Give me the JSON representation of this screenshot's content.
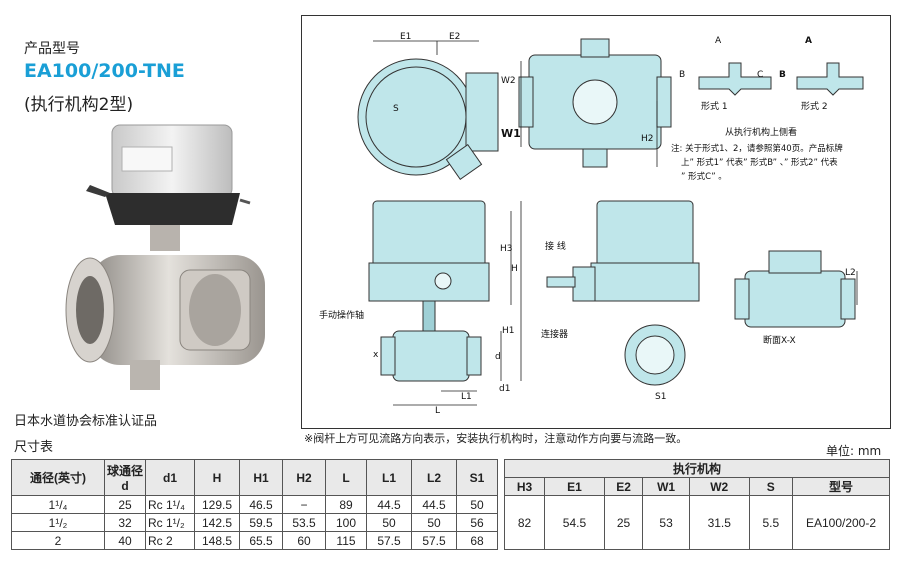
{
  "header": {
    "caption": "产品型号",
    "model": "EA100/200-TNE",
    "subtitle": "(执行机构2型)"
  },
  "certification": "日本水道协会标准认证品",
  "dimensions_title": "尺寸表",
  "note": "※阀杆上方可见流路方向表示，安装执行机构时，注意动作方向要与流路一致。",
  "unit": "单位: mm",
  "drawing": {
    "dim_e1": "E1",
    "dim_e2": "E2",
    "dim_w2": "W2",
    "dim_w1": "W1",
    "dim_h2": "H2",
    "dim_h3": "H3",
    "dim_h": "H",
    "dim_h1": "H1",
    "dim_d": "d",
    "dim_d1": "d1",
    "dim_l1": "L1",
    "dim_l": "L",
    "dim_s": "S",
    "dim_s1": "S1",
    "dim_l2": "L2",
    "x_mark": "x",
    "manual_shaft": "手动操作轴",
    "wire": "接 线",
    "connector": "连接器",
    "section": "断面X-X",
    "port_a": "A",
    "port_b": "B",
    "port_c": "C",
    "form1": "形式 1",
    "form2": "形式 2",
    "view_from": "从执行机构上侧看",
    "form_note_1": "注: 关于形式1、2，请参照第40页。产品标牌",
    "form_note_2": "上” 形式1” 代表” 形式B” 、” 形式2” 代表",
    "form_note_3": "” 形式C” 。"
  },
  "table": {
    "headers": {
      "bore": "通径(英寸)",
      "ball_bore": "球通径",
      "ball_bore_d": "d",
      "d1": "d1",
      "h": "H",
      "h1": "H1",
      "h2": "H2",
      "l": "L",
      "l1": "L1",
      "l2": "L2",
      "s1": "S1",
      "actuator": "执行机构",
      "h3": "H3",
      "e1": "E1",
      "e2": "E2",
      "w1": "W1",
      "w2": "W2",
      "s": "S",
      "model": "型号"
    },
    "rows": [
      {
        "bore": "1¹/₄",
        "d": "25",
        "d1": "Rc 1¹/₄",
        "h": "129.5",
        "h1": "46.5",
        "h2": "−",
        "l": "89",
        "l1": "44.5",
        "l2": "44.5",
        "s1": "50"
      },
      {
        "bore": "1¹/₂",
        "d": "32",
        "d1": "Rc 1¹/₂",
        "h": "142.5",
        "h1": "59.5",
        "h2": "53.5",
        "l": "100",
        "l1": "50",
        "l2": "50",
        "s1": "56"
      },
      {
        "bore": "2",
        "d": "40",
        "d1": "Rc 2",
        "h": "148.5",
        "h1": "65.5",
        "h2": "60",
        "l": "115",
        "l1": "57.5",
        "l2": "57.5",
        "s1": "68"
      }
    ],
    "actuator_values": {
      "h3": "82",
      "e1": "54.5",
      "e2": "25",
      "w1": "53",
      "w2": "31.5",
      "s": "5.5",
      "model": "EA100/200-2"
    }
  }
}
